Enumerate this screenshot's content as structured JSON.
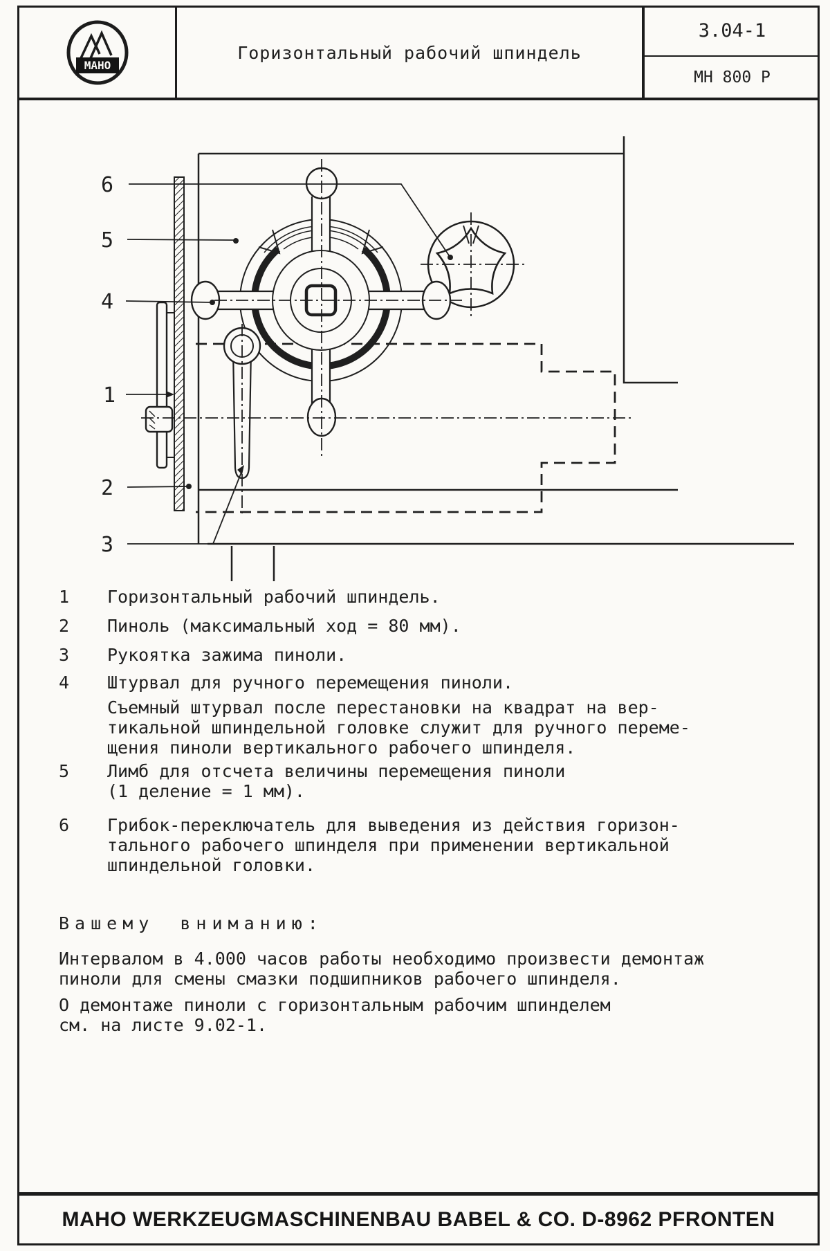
{
  "header": {
    "logo_text": "MAHO",
    "title": "Горизонтальный рабочий шпиндель",
    "doc_number": "3.04-1",
    "machine": "MH 800 P"
  },
  "figure": {
    "labels": {
      "n1": "1",
      "n2": "2",
      "n3": "3",
      "n4": "4",
      "n5": "5",
      "n6": "6"
    }
  },
  "legend": {
    "items": [
      {
        "num": "1",
        "text": "Горизонтальный рабочий шпиндель."
      },
      {
        "num": "2",
        "text": "Пиноль (максимальный ход = 80 мм)."
      },
      {
        "num": "3",
        "text": "Рукоятка зажима пиноли."
      },
      {
        "num": "4",
        "text": "Штурвал для ручного перемещения пиноли."
      },
      {
        "num": "5",
        "text": "Лимб для отсчета величины перемещения пиноли\n(1 деление = 1 мм)."
      },
      {
        "num": "6",
        "text": "Грибок-переключатель для выведения из действия горизон-\nтального рабочего шпинделя при применении вертикальной\nшпиндельной головки."
      }
    ],
    "item4_note": "Съемный штурвал после перестановки на квадрат на вер-\nтикальной шпиндельной головке служит для ручного переме-\nщения пиноли вертикального рабочего шпинделя."
  },
  "attention": {
    "heading": "Вашему вниманию:",
    "para1": "Интервалом в 4.000 часов работы необходимо произвести демонтаж\nпиноли для смены смазки подшипников рабочего шпинделя.",
    "para2": "О демонтаже пиноли с горизонтальным рабочим шпинделем\nсм. на листе 9.02-1."
  },
  "footer": {
    "company": "MAHO WERKZEUGMASCHINENBAU BABEL & CO. D-8962 PFRONTEN"
  },
  "colors": {
    "ink": "#1f1f1f",
    "paper": "#fbfaf7"
  }
}
